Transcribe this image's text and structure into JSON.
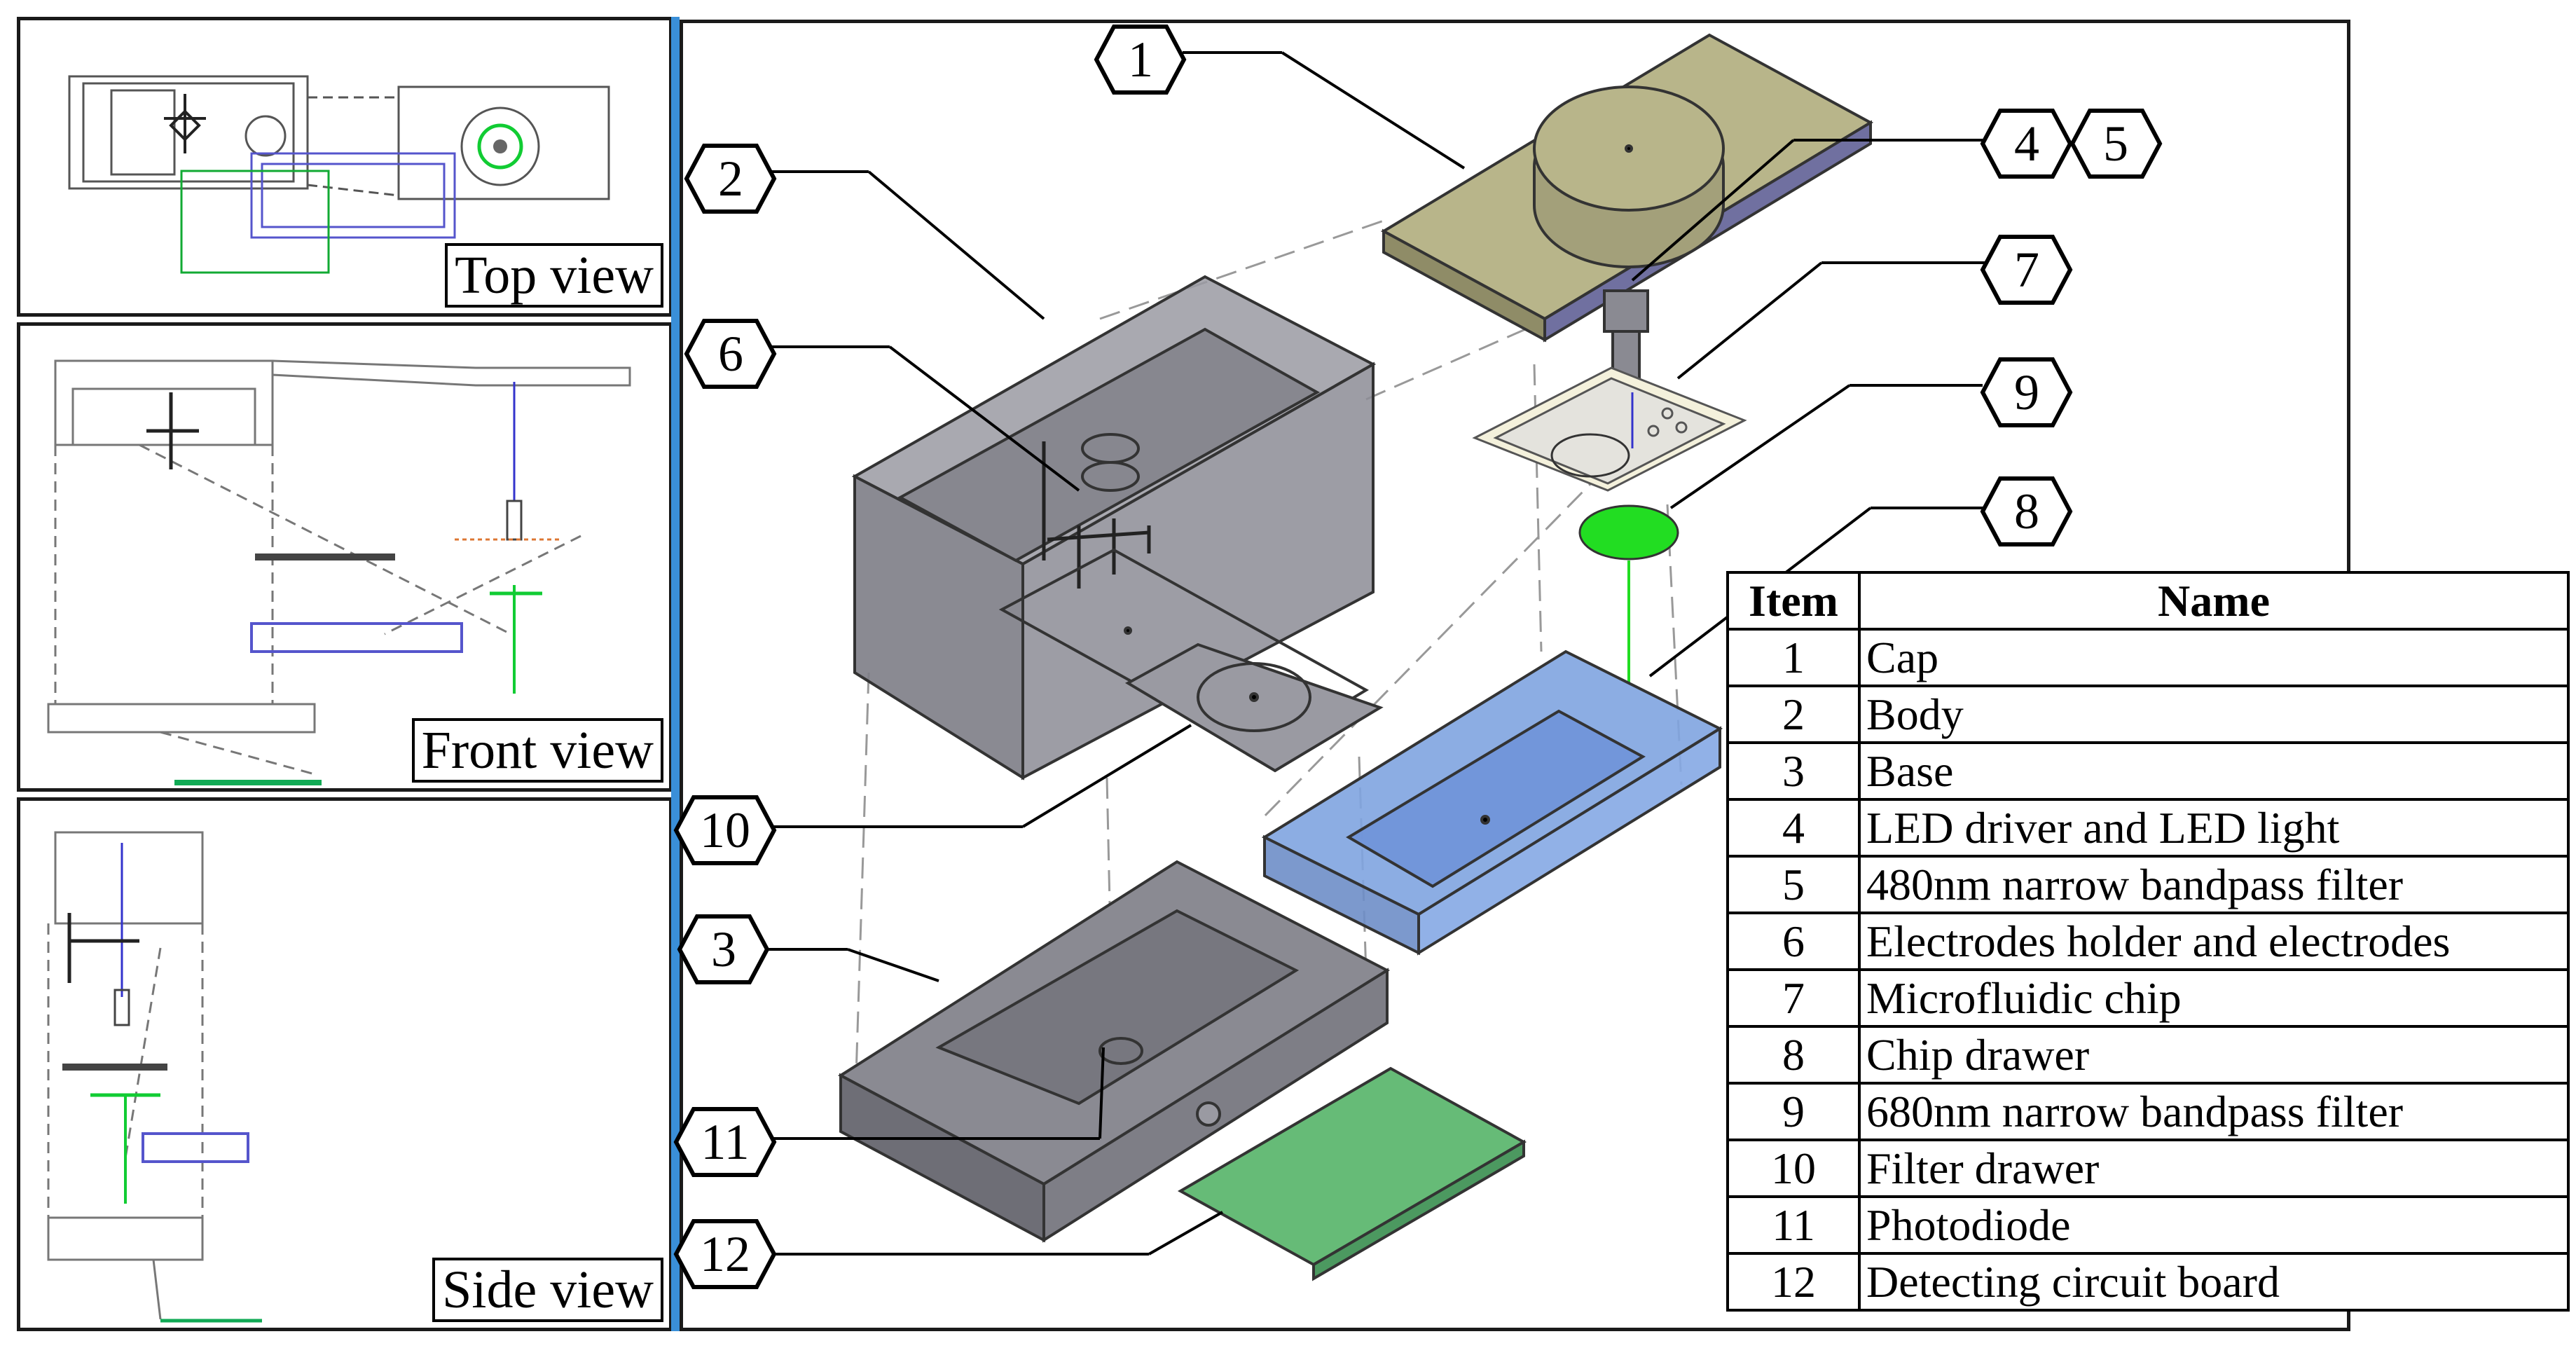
{
  "views": {
    "top": "Top view",
    "front": "Front view",
    "side": "Side view"
  },
  "table": {
    "header_item": "Item",
    "header_name": "Name",
    "rows": [
      {
        "item": "1",
        "name": "Cap"
      },
      {
        "item": "2",
        "name": "Body"
      },
      {
        "item": "3",
        "name": "Base"
      },
      {
        "item": "4",
        "name": "LED driver and LED light"
      },
      {
        "item": "5",
        "name": "480nm narrow bandpass filter"
      },
      {
        "item": "6",
        "name": "Electrodes holder and electrodes"
      },
      {
        "item": "7",
        "name": "Microfluidic chip"
      },
      {
        "item": "8",
        "name": "Chip drawer"
      },
      {
        "item": "9",
        "name": "680nm narrow bandpass filter"
      },
      {
        "item": "10",
        "name": "Filter drawer"
      },
      {
        "item": "11",
        "name": "Photodiode"
      },
      {
        "item": "12",
        "name": "Detecting circuit board"
      }
    ]
  },
  "callouts": [
    "1",
    "2",
    "3",
    "4",
    "5",
    "6",
    "7",
    "8",
    "9",
    "10",
    "11",
    "12"
  ],
  "colors": {
    "cap": "#b8b58a",
    "body": "#8a8a92",
    "base": "#7e7e86",
    "chip_drawer": "#6f93d8",
    "filter_680": "#22dd22",
    "circuit_board": "#66bb77",
    "blue_divider": "#3a8fd8"
  }
}
